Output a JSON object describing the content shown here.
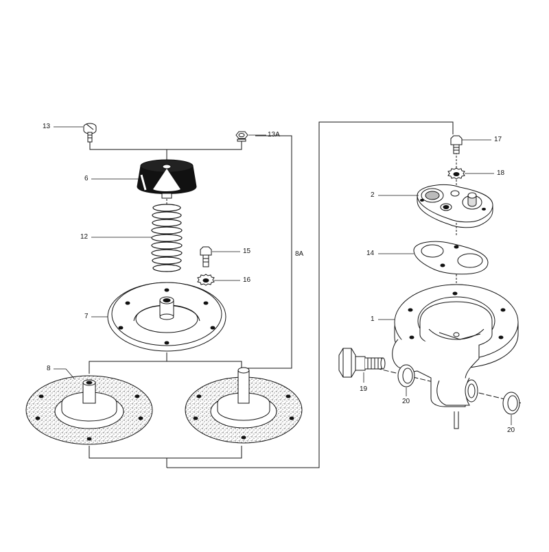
{
  "diagram": {
    "type": "exploded-parts-diagram",
    "callouts": {
      "p13": "13",
      "p13a": "13A",
      "p6": "6",
      "p12": "12",
      "p15": "15",
      "p16": "16",
      "p8a": "8A",
      "p7": "7",
      "p8": "8",
      "p17": "17",
      "p18": "18",
      "p2": "2",
      "p14": "14",
      "p1": "1",
      "p19": "19",
      "p20a": "20",
      "p20b": "20"
    },
    "colors": {
      "ink": "#111111",
      "paper": "#ffffff",
      "stipple": "#555555"
    }
  }
}
